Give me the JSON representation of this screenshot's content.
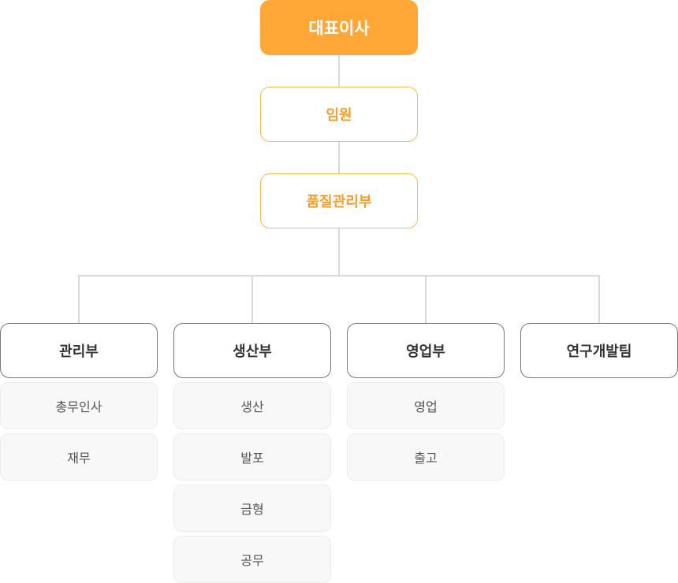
{
  "org_chart": {
    "ceo": "대표이사",
    "executive": "임원",
    "quality": "품질관리부",
    "departments": [
      {
        "name": "관리부",
        "teams": [
          "총무인사",
          "재무"
        ]
      },
      {
        "name": "생산부",
        "teams": [
          "생산",
          "발포",
          "금형",
          "공무"
        ]
      },
      {
        "name": "영업부",
        "teams": [
          "영업",
          "출고"
        ]
      },
      {
        "name": "연구개발팀",
        "teams": []
      }
    ]
  },
  "colors": {
    "accent": "#ffa737",
    "accent_text": "#f59d26",
    "connector": "#d9d9d9",
    "dept_border": "#777777",
    "team_bg": "#f8f8f8"
  }
}
